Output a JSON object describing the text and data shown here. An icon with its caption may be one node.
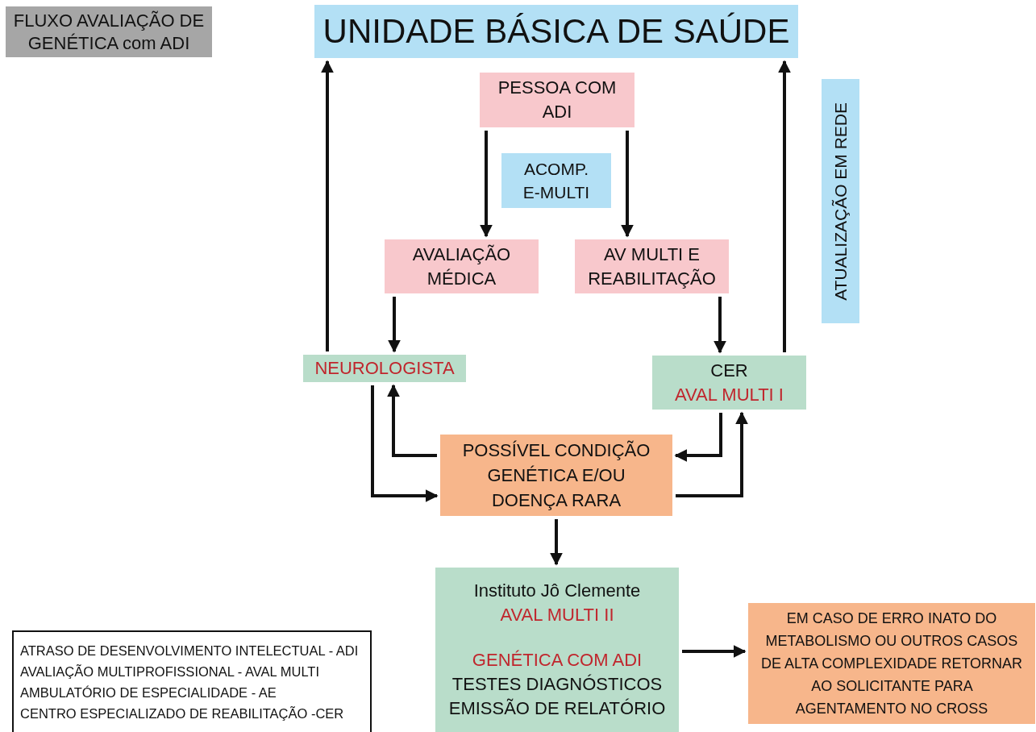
{
  "diagram": {
    "title": "FLUXO AVALIAÇÃO DE GENÉTICA com ADI",
    "nodes": [
      {
        "text": [
          "UNIDADE BÁSICA DE SAÚDE"
        ]
      },
      {
        "text": [
          "PESSOA COM ADI"
        ]
      },
      {
        "text": [
          "ACOMP. E-MULTI"
        ]
      },
      {
        "text": [
          "AVALIAÇÃO MÉDICA"
        ]
      },
      {
        "text": [
          "AV MULTI E REABILITAÇÃO"
        ]
      },
      {
        "text": [
          "NEUROLOGISTA"
        ]
      },
      {
        "text": [
          "CER",
          "AVAL MULTI I"
        ]
      },
      {
        "text": [
          "POSSÍVEL CONDIÇÃO GENÉTICA E/OU DOENÇA RARA"
        ]
      },
      {
        "text": [
          "Instituto Jô Clemente",
          "AVAL MULTI II",
          "GENÉTICA COM ADI",
          "TESTES DIAGNÓSTICOS",
          "EMISSÃO DE RELATÓRIO"
        ]
      },
      {
        "text": [
          "EM CASO DE ERRO INATO DO METABOLISMO OU OUTROS CASOS DE ALTA COMPLEXIDADE RETORNAR AO SOLICITANTE PARA AGENTAMENTO NO CROSS"
        ]
      },
      {
        "text": [
          "ATUALIZAÇÃO EM REDE"
        ]
      }
    ],
    "edges": [
      {
        "from": 1,
        "to": 3,
        "arrow": "to"
      },
      {
        "from": 1,
        "to": 4,
        "arrow": "to"
      },
      {
        "from": 5,
        "to": 0,
        "arrow": "to"
      },
      {
        "from": 6,
        "to": 0,
        "arrow": "to"
      },
      {
        "from": 3,
        "to": 5,
        "arrow": "to"
      },
      {
        "from": 4,
        "to": 6,
        "arrow": "to"
      },
      {
        "from": 7,
        "to": 5,
        "arrow": "to"
      },
      {
        "from": 5,
        "to": 7,
        "arrow": "to"
      },
      {
        "from": 6,
        "to": 7,
        "arrow": "to"
      },
      {
        "from": 7,
        "to": 6,
        "arrow": "to"
      },
      {
        "from": 7,
        "to": 8,
        "arrow": "to"
      },
      {
        "from": 8,
        "to": 9,
        "arrow": "to"
      }
    ],
    "labels": [
      "ATRASO DE DESENVOLVIMENTO INTELECTUAL - ADI",
      "AVALIAÇÃO MULTIPROFISSIONAL - AVAL MULTI",
      "AMBULATÓRIO DE ESPECIALIDADE - AE",
      "CENTRO ESPECIALIZADO DE REABILITAÇÃO -CER"
    ]
  }
}
